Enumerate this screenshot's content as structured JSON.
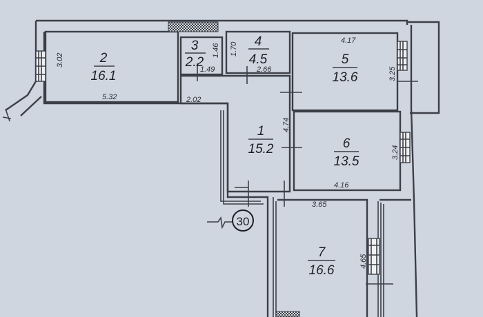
{
  "rooms": [
    {
      "number": "1",
      "area": "15.2"
    },
    {
      "number": "2",
      "area": "16.1"
    },
    {
      "number": "3",
      "area": "2.2"
    },
    {
      "number": "4",
      "area": "4.5"
    },
    {
      "number": "5",
      "area": "13.6"
    },
    {
      "number": "6",
      "area": "13.5"
    },
    {
      "number": "7",
      "area": "16.6"
    }
  ],
  "dimensions": {
    "room2_height": "3.02",
    "room2_width": "5.32",
    "room3_height": "1.46",
    "room3_width": "1.49",
    "room4_height": "1.70",
    "room4_width": "2.66",
    "room5_width": "4.17",
    "room5_height": "3.25",
    "corridor_width": "2.02",
    "room1_height": "4.74",
    "room6_height": "3.24",
    "room6_width": "4.16",
    "room7_width": "3.65",
    "room7_height": "4.65"
  },
  "riser_mark": "30"
}
